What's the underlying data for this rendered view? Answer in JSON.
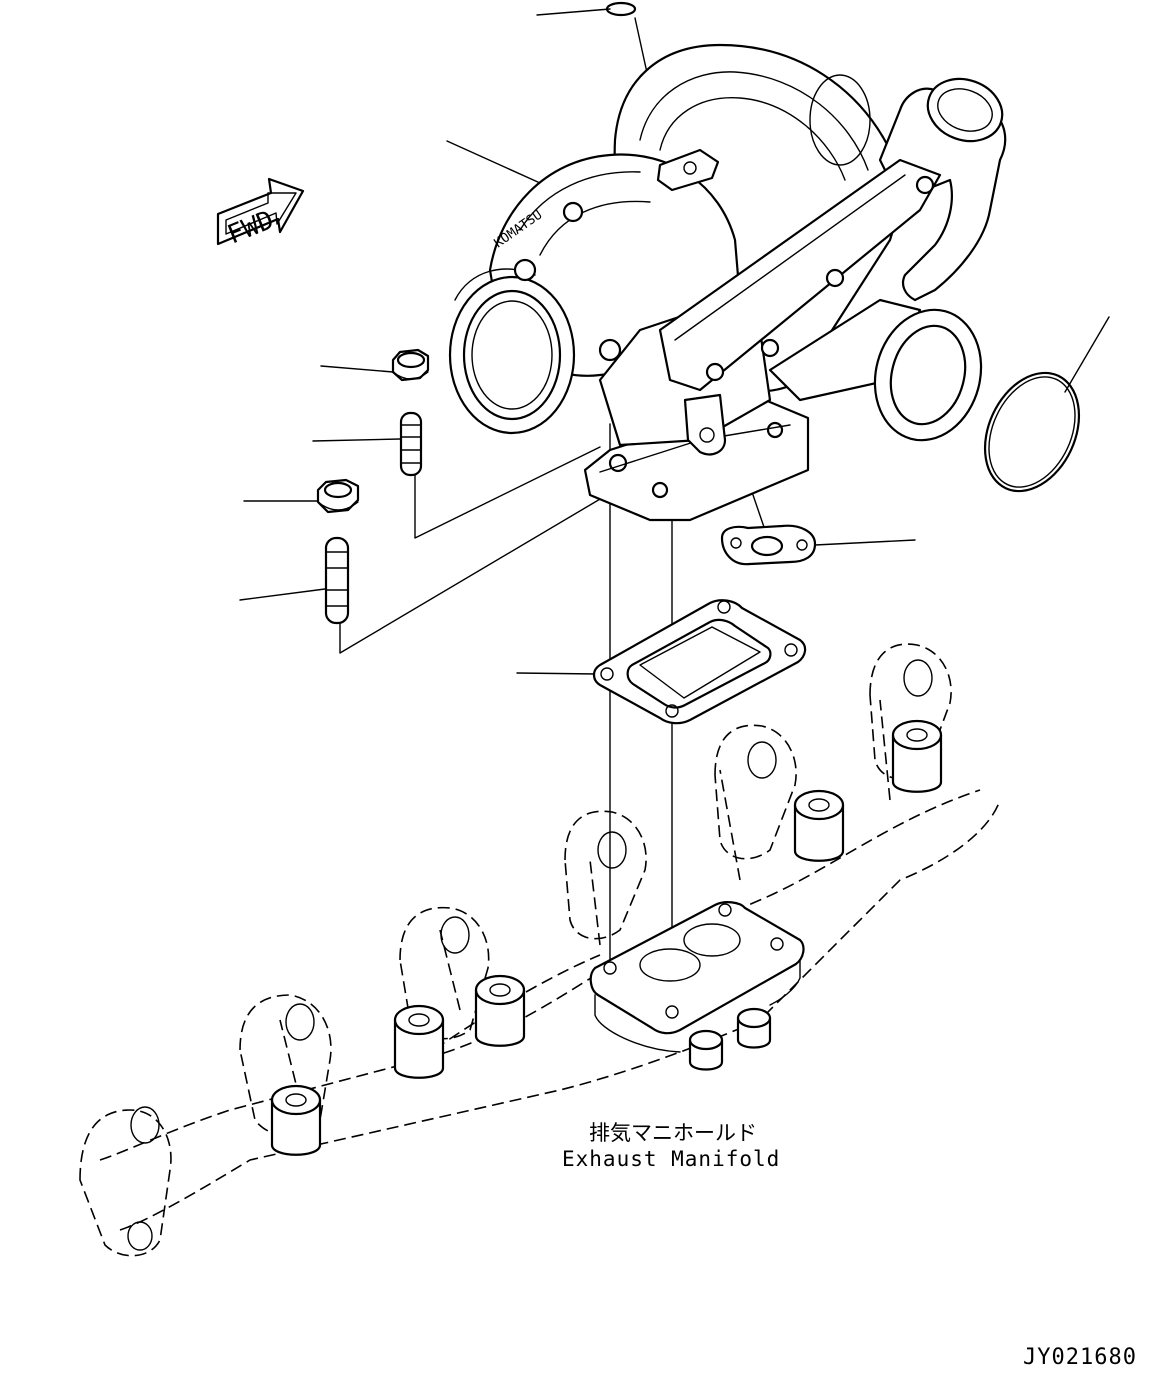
{
  "fwd_arrow": {
    "label": "FWD"
  },
  "turbo_badge": "KOMATSU",
  "callout": {
    "title_jp": "排気マニホールド",
    "title_en": "Exhaust Manifold"
  },
  "figure_code": "JY021680"
}
